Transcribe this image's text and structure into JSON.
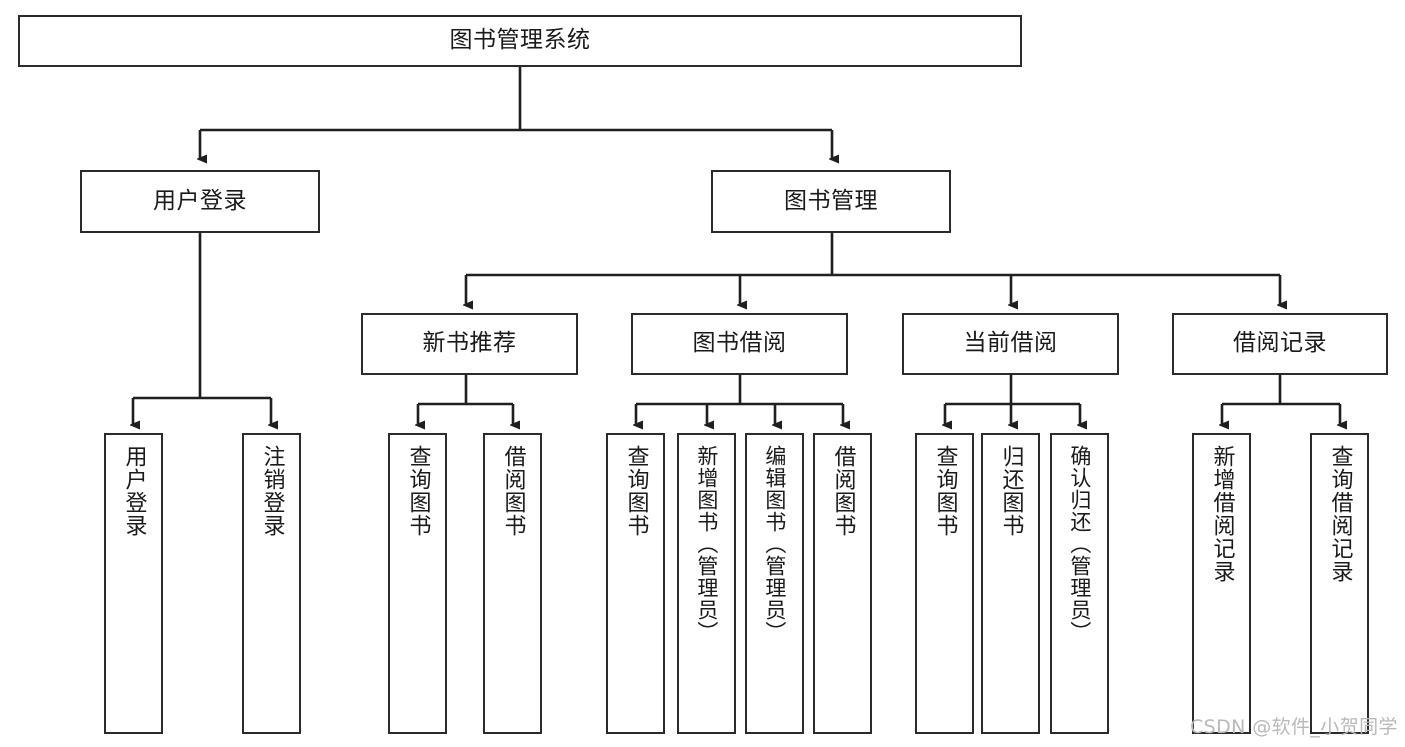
{
  "diagram": {
    "title": "图书管理系统",
    "type": "tree",
    "nodes": {
      "root": {
        "label": "图书管理系统"
      },
      "level2": [
        {
          "id": "user-login",
          "label": "用户登录"
        },
        {
          "id": "book-management",
          "label": "图书管理"
        }
      ],
      "level3": [
        {
          "id": "new-book-recommend",
          "label": "新书推荐"
        },
        {
          "id": "book-borrow",
          "label": "图书借阅"
        },
        {
          "id": "current-borrow",
          "label": "当前借阅"
        },
        {
          "id": "borrow-record",
          "label": "借阅记录"
        }
      ],
      "leaves": [
        {
          "id": "leaf-user-login",
          "label": "用户登录"
        },
        {
          "id": "leaf-logout-login",
          "label": "注销登录"
        },
        {
          "id": "leaf-query-book-1",
          "label": "查询图书"
        },
        {
          "id": "leaf-borrow-book-1",
          "label": "借阅图书"
        },
        {
          "id": "leaf-query-book-2",
          "label": "查询图书"
        },
        {
          "id": "leaf-add-book",
          "label": "新增图书（管理员）"
        },
        {
          "id": "leaf-edit-book",
          "label": "编辑图书（管理员）"
        },
        {
          "id": "leaf-borrow-book-2",
          "label": "借阅图书"
        },
        {
          "id": "leaf-query-book-3",
          "label": "查询图书"
        },
        {
          "id": "leaf-return-book",
          "label": "归还图书"
        },
        {
          "id": "leaf-confirm-return",
          "label": "确认归还（管理员）"
        },
        {
          "id": "leaf-add-borrow-record",
          "label": "新增借阅记录"
        },
        {
          "id": "leaf-query-borrow-record",
          "label": "查询借阅记录"
        }
      ]
    },
    "colors": {
      "border": "#2b2b2b",
      "background": "#ffffff",
      "text": "#1a1a1a",
      "edge": "#1f1f1f",
      "watermark": "#b9b9b9"
    }
  },
  "watermark": {
    "text": "CSDN @软件_小贺同学"
  }
}
